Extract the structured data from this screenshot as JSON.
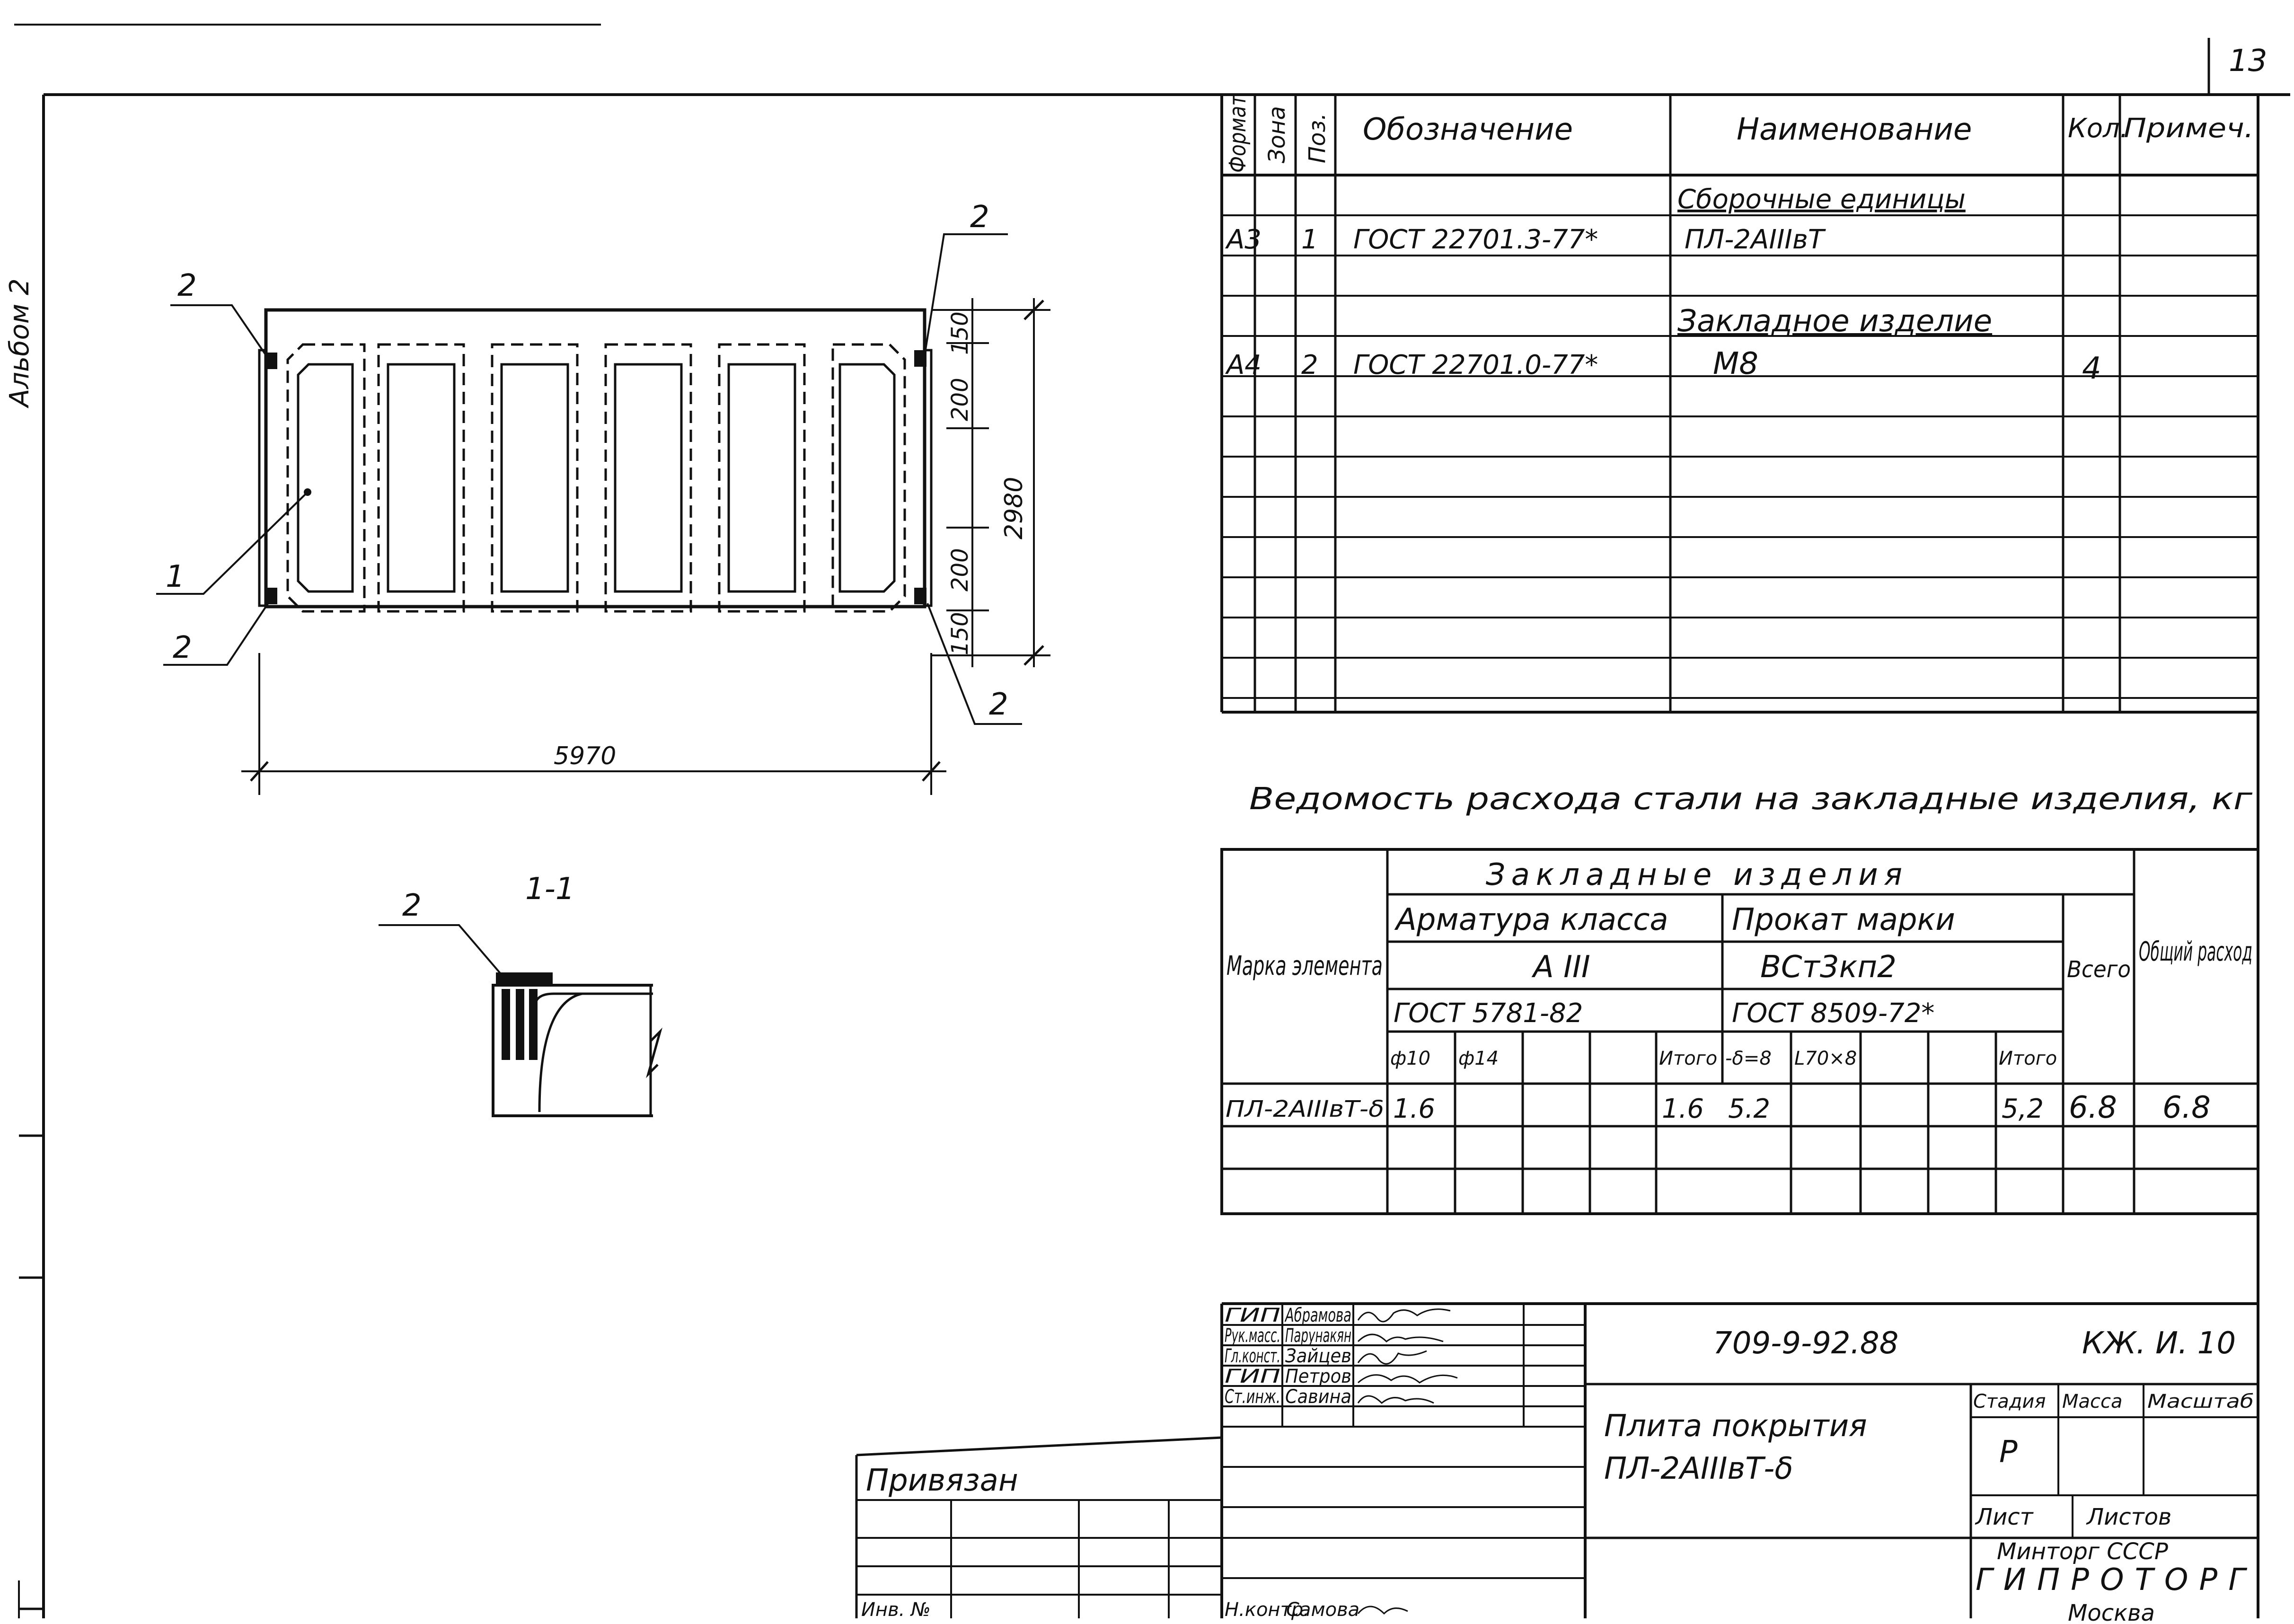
{
  "sheet": {
    "page_number": "13",
    "margin_text": "Альбом 2"
  },
  "plan_view": {
    "dims": {
      "width": "5970",
      "height": "2980",
      "edge_top": "150",
      "edge_bottom": "150",
      "inset_top": "200",
      "inset_bottom": "200"
    },
    "leaders": {
      "top_left": "2",
      "bottom_left": "2",
      "top_right": "2",
      "bottom_right": "2",
      "slab": "1"
    }
  },
  "section_view": {
    "title": "1-1",
    "leader": "2"
  },
  "spec_table": {
    "headers": [
      "Формат",
      "Зона",
      "Поз.",
      "Обозначение",
      "Наименование",
      "Кол.",
      "Примеч."
    ],
    "rows": [
      {
        "format": "",
        "zone": "",
        "pos": "",
        "designation": "",
        "name": "Сборочные единицы",
        "qty": "",
        "note": ""
      },
      {
        "format": "А3",
        "zone": "",
        "pos": "1",
        "designation": "ГОСТ 22701.3-77*",
        "name": "ПЛ-2АIIIвТ",
        "qty": "",
        "note": ""
      },
      {
        "format": "",
        "zone": "",
        "pos": "",
        "designation": "",
        "name": "",
        "qty": "",
        "note": ""
      },
      {
        "format": "",
        "zone": "",
        "pos": "",
        "designation": "",
        "name": "Закладное изделие",
        "qty": "",
        "note": ""
      },
      {
        "format": "А4",
        "zone": "",
        "pos": "2",
        "designation": "ГОСТ 22701.0-77*",
        "name": "М8",
        "qty": "4",
        "note": ""
      }
    ]
  },
  "steel_table": {
    "title": "Ведомость расхода стали на закладные изделия, кг",
    "headers": {
      "element": "Марка элемента",
      "embedded": "Закладные изделия",
      "rebar": "Арматура класса",
      "rebar_class": "А III",
      "rebar_gost": "ГОСТ 5781-82",
      "rolled": "Прокат марки",
      "rolled_grade": "ВСт3кп2",
      "rolled_gost": "ГОСТ 8509-72*",
      "total": "Всего",
      "overall": "Общий расход",
      "sub": [
        "ф10",
        "ф14",
        "",
        "",
        "Итого",
        "-δ=8",
        "L70×8",
        "",
        "",
        "Итого"
      ]
    },
    "rows": [
      {
        "element": "ПЛ-2АIIIвТ-δ",
        "cells": [
          "1.6",
          "",
          "",
          "",
          "1.6",
          "5.2",
          "",
          "",
          "",
          "5,2"
        ],
        "total": "6.8",
        "overall": "6.8"
      }
    ]
  },
  "title_block": {
    "doc_code": "709-9-92.88",
    "sheet_code": "КЖ. И. 10",
    "object_name_1": "Плита покрытия",
    "object_name_2": "ПЛ-2АIIIвТ-δ",
    "stage_label": "Стадия",
    "mass_label": "Масса",
    "scale_label": "Масштаб",
    "stage_value": "Р",
    "sheet_label": "Лист",
    "sheets_label": "Листов",
    "org_1": "Минторг СССР",
    "org_2": "ГИПРОТОРГ",
    "org_3": "Москва",
    "signers": [
      {
        "role": "ГИП",
        "name": "Абрамова"
      },
      {
        "role": "Рук.масс.",
        "name": "Парунакян"
      },
      {
        "role": "Гл.конст.",
        "name": "Зайцев"
      },
      {
        "role": "ГИП",
        "name": "Петров"
      },
      {
        "role": "Ст.инж.",
        "name": "Савина"
      }
    ],
    "bottom_signer": {
      "role": "Н.контр.",
      "name": "Самова"
    },
    "bound_label": "Привязан",
    "inv_label": "Инв. №"
  }
}
